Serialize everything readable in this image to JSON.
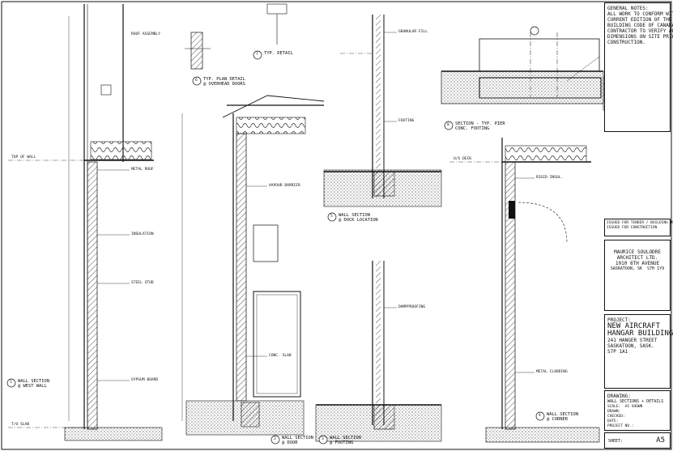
{
  "sheet": {
    "number_label": "SHEET:",
    "number": "A5"
  },
  "general_notes": {
    "lines": [
      "GENERAL NOTES:",
      "ALL WORK TO CONFORM WITH THE",
      "CURRENT EDITION OF THE NATIONAL",
      "BUILDING CODE OF CANADA.",
      "CONTRACTOR TO VERIFY ALL",
      "DIMENSIONS ON SITE PRIOR TO",
      "CONSTRUCTION."
    ]
  },
  "issued": {
    "lines": [
      "ISSUED FOR TENDER / BUILDING PERMIT",
      "ISSUED FOR CONSTRUCTION"
    ]
  },
  "architect": {
    "name": "MAURICE SOULODRE",
    "firm": "ARCHITECT LTD.",
    "address1": "1010 8TH AVENUE",
    "address2": "SASKATOON, SK  S7H 1Y9"
  },
  "project": {
    "label": "PROJECT:",
    "title1": "NEW AIRCRAFT",
    "title2": "HANGAR BUILDINGS",
    "address": "241 HANGER STREET",
    "city": "SASKATOON, SASK.",
    "postal": "S7P 1A1"
  },
  "drawing": {
    "label": "DRAWING:",
    "title": "WALL SECTIONS + DETAILS"
  },
  "info": {
    "lines": [
      "SCALE:  AS SHOWN",
      "DRAWN:",
      "CHECKED:",
      "DATE:",
      "PROJECT NO.:"
    ]
  },
  "details": [
    {
      "num": "1",
      "title": "WALL SECTION",
      "sub": "@ WEST WALL"
    },
    {
      "num": "2",
      "title": "WALL SECTION",
      "sub": "@ DOOR"
    },
    {
      "num": "3",
      "title": "WALL SECTION",
      "sub": "@ FOOTING"
    },
    {
      "num": "4",
      "title": "WALL SECTION",
      "sub": "@ CORNER"
    },
    {
      "num": "5",
      "title": "WALL SECTION",
      "sub": "@ DOCK LOCATION"
    },
    {
      "num": "6",
      "title": "TYP. PLAN DETAIL",
      "sub": "@ OVERHEAD DOORS"
    },
    {
      "num": "7",
      "title": "TYP. DETAIL",
      "sub": ""
    },
    {
      "num": "8",
      "title": "SECTION - TYP. PIER",
      "sub": "CONC. FOOTING"
    }
  ],
  "labels": [
    "ROOF ASSEMBLY",
    "METAL ROOF",
    "INSULATION",
    "STEEL STUD",
    "GYPSUM BOARD",
    "VAPOUR BARRIER",
    "CONC. SLAB",
    "GRANULAR FILL",
    "FOOTING",
    "DAMPPROOFING",
    "RIGID INSUL.",
    "METAL CLADDING",
    "TOP OF WALL",
    "T/O SLAB",
    "U/S DECK"
  ]
}
